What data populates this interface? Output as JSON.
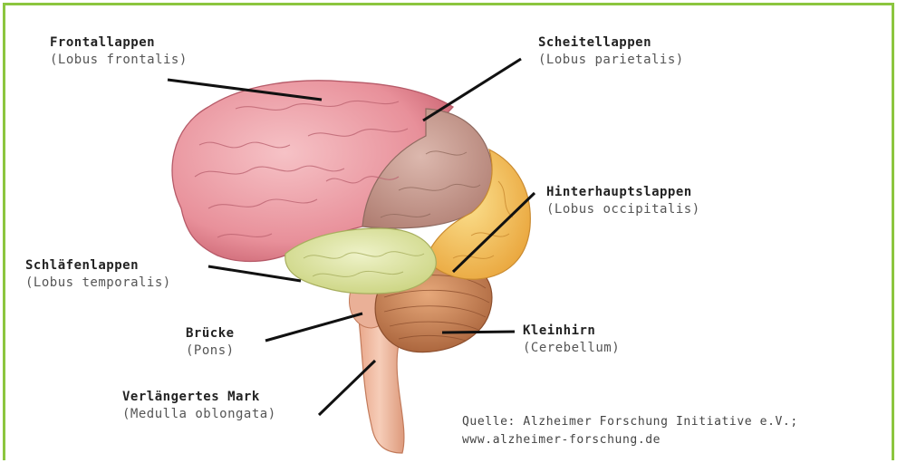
{
  "labels": {
    "frontal": {
      "term": "Frontallappen",
      "latin": "(Lobus frontalis)"
    },
    "parietal": {
      "term": "Scheitellappen",
      "latin": "(Lobus parietalis)"
    },
    "occipital": {
      "term": "Hinterhauptslappen",
      "latin": "(Lobus occipitalis)"
    },
    "temporal": {
      "term": "Schläfenlappen",
      "latin": "(Lobus temporalis)"
    },
    "pons": {
      "term": "Brücke",
      "latin": "(Pons)"
    },
    "cerebellum": {
      "term": "Kleinhirn",
      "latin": "(Cerebellum)"
    },
    "medulla": {
      "term": "Verlängertes Mark",
      "latin": "(Medulla oblongata)"
    }
  },
  "source": {
    "line1": "Quelle: Alzheimer Forschung Initiative e.V.;",
    "line2": "www.alzheimer-forschung.de"
  },
  "colors": {
    "frame": "#8cc63f",
    "frontal": "#e8909a",
    "parietal": "#c99a8c",
    "occipital": "#f4c25a",
    "temporal": "#dbe3a0",
    "cerebellum": "#c9865a",
    "brainstem": "#f0b79c"
  }
}
